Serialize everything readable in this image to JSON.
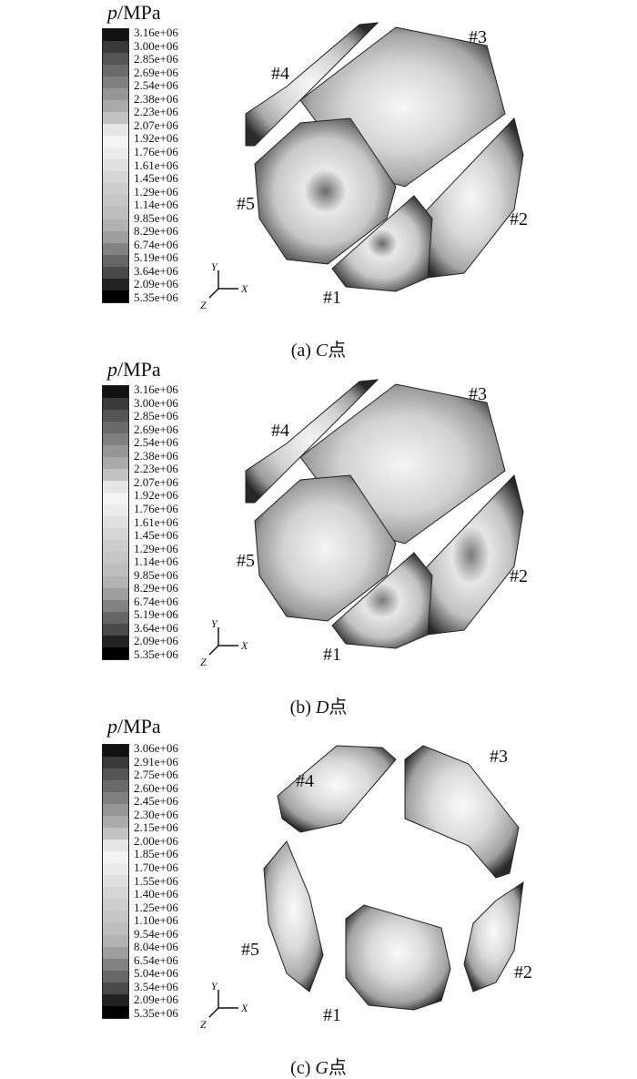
{
  "legend_title_symbol": "p",
  "legend_title_unit": "/MPa",
  "axes": {
    "y": "Y",
    "x": "X",
    "z": "Z"
  },
  "colors": [
    "#111111",
    "#3a3a3a",
    "#555555",
    "#6a6a6a",
    "#808080",
    "#969696",
    "#aaaaaa",
    "#c2c2c2",
    "#e6e6e6",
    "#f4f4f4",
    "#ebebeb",
    "#e0e0e0",
    "#d6d6d6",
    "#cecece",
    "#c6c6c6",
    "#bebebe",
    "#b2b2b2",
    "#9e9e9e",
    "#828282",
    "#666666",
    "#4a4a4a",
    "#222222",
    "#000000"
  ],
  "panels": [
    {
      "caption_prefix": "(a) ",
      "caption_point": "C",
      "caption_suffix": "点",
      "legend_values": [
        "3.16e+06",
        "3.00e+06",
        "2.85e+06",
        "2.69e+06",
        "2.54e+06",
        "2.38e+06",
        "2.23e+06",
        "2.07e+06",
        "1.92e+06",
        "1.76e+06",
        "1.61e+06",
        "1.45e+06",
        "1.29e+06",
        "1.14e+06",
        "9.85e+06",
        "8.29e+06",
        "6.74e+06",
        "5.19e+06",
        "3.64e+06",
        "2.09e+06",
        "5.35e+06"
      ],
      "pads": [
        "#3",
        "#4",
        "#5",
        "#2",
        "#1"
      ]
    },
    {
      "caption_prefix": "(b) ",
      "caption_point": "D",
      "caption_suffix": "点",
      "legend_values": [
        "3.16e+06",
        "3.00e+06",
        "2.85e+06",
        "2.69e+06",
        "2.54e+06",
        "2.38e+06",
        "2.23e+06",
        "2.07e+06",
        "1.92e+06",
        "1.76e+06",
        "1.61e+06",
        "1.45e+06",
        "1.29e+06",
        "1.14e+06",
        "9.85e+06",
        "8.29e+06",
        "6.74e+06",
        "5.19e+06",
        "3.64e+06",
        "2.09e+06",
        "5.35e+06"
      ],
      "pads": [
        "#3",
        "#4",
        "#5",
        "#2",
        "#1"
      ]
    },
    {
      "caption_prefix": "(c) ",
      "caption_point": "G",
      "caption_suffix": "点",
      "legend_values": [
        "3.06e+06",
        "2.91e+06",
        "2.75e+06",
        "2.60e+06",
        "2.45e+06",
        "2.30e+06",
        "2.15e+06",
        "2.00e+06",
        "1.85e+06",
        "1.70e+06",
        "1.55e+06",
        "1.40e+06",
        "1.25e+06",
        "1.10e+06",
        "9.54e+06",
        "8.04e+06",
        "6.54e+06",
        "5.04e+06",
        "3.54e+06",
        "2.09e+06",
        "5.35e+06"
      ],
      "pads": [
        "#3",
        "#4",
        "#5",
        "#2",
        "#1"
      ]
    }
  ]
}
